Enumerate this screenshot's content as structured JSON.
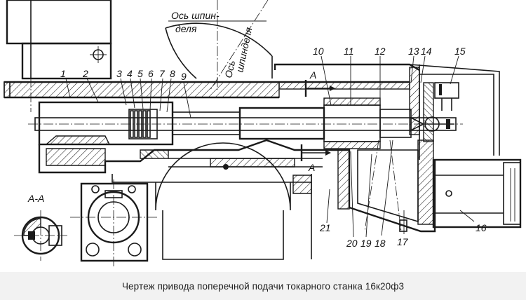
{
  "caption": "Чертеж привода поперечной подачи токарного станка 16к20ф3",
  "labels": {
    "spindle_axis_1": "Ось шпин-",
    "spindle_axis_1b": "деля",
    "spindle_axis_2": "Ось",
    "spindle_axis_2b": "шпинделя",
    "section_arrow_top": "A",
    "section_arrow_bottom": "A",
    "section_view": "A-A"
  },
  "callouts": {
    "n1": "1",
    "n2": "2",
    "n3": "3",
    "n4": "4",
    "n5": "5",
    "n6": "6",
    "n7": "7",
    "n8": "8",
    "n9": "9",
    "n10": "10",
    "n11": "11",
    "n12": "12",
    "n13": "13",
    "n14": "14",
    "n15": "15",
    "n16": "16",
    "n17": "17",
    "n18": "18",
    "n19": "19",
    "n20": "20",
    "n21": "21"
  }
}
